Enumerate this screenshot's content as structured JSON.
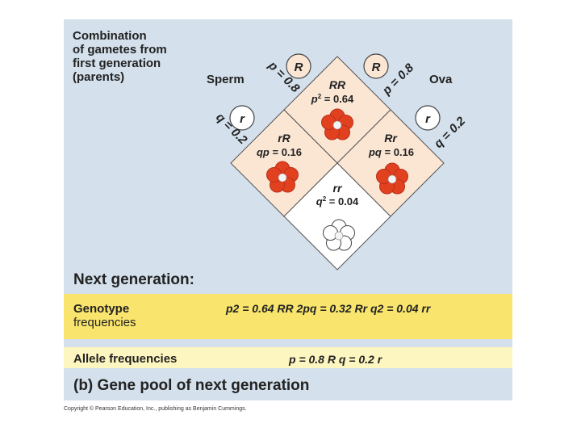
{
  "header": {
    "lines": [
      "Combination",
      "of gametes from",
      "first generation",
      "(parents)"
    ],
    "sperm_label": "Sperm",
    "ova_label": "Ova"
  },
  "gametes": {
    "sperm": [
      {
        "allele": "R",
        "freq_label": "p = 0.8"
      },
      {
        "allele": "r",
        "freq_label": "q = 0.2"
      }
    ],
    "ova": [
      {
        "allele": "R",
        "freq_label": "p = 0.8"
      },
      {
        "allele": "r",
        "freq_label": "q = 0.2"
      }
    ]
  },
  "cells": {
    "rr_top": {
      "genotype": "RR",
      "freq": "p2 = 0.64",
      "flower_color": "#e2411f"
    },
    "rR_left": {
      "genotype": "rR",
      "freq": "qp = 0.16",
      "flower_color": "#e2411f"
    },
    "Rr_right": {
      "genotype": "Rr",
      "freq": "pq = 0.16",
      "flower_color": "#e2411f"
    },
    "rr_bottom": {
      "genotype": "rr",
      "freq": "q2 = 0.04",
      "flower_color": "#ffffff"
    }
  },
  "next_generation": {
    "heading": "Next generation:",
    "genotype_label_1": "Genotype",
    "genotype_label_2": "frequencies",
    "genotype_values": "p2 = 0.64 RR   2pq = 0.32 Rr   q2 = 0.04 rr",
    "allele_label": "Allele frequencies",
    "allele_values": "p = 0.8 R      q = 0.2 r",
    "gene_pool_caption": "(b) Gene pool of next generation"
  },
  "colors": {
    "panel": "#d4e0ec",
    "cell_fill": "#fbe6d4",
    "genotype_band": "#f9e56d",
    "allele_band": "#fdf6c0",
    "red_flower": "#e2411f"
  },
  "copyright": "Copyright © Pearson Education, Inc., publishing as Benjamin Cummings."
}
